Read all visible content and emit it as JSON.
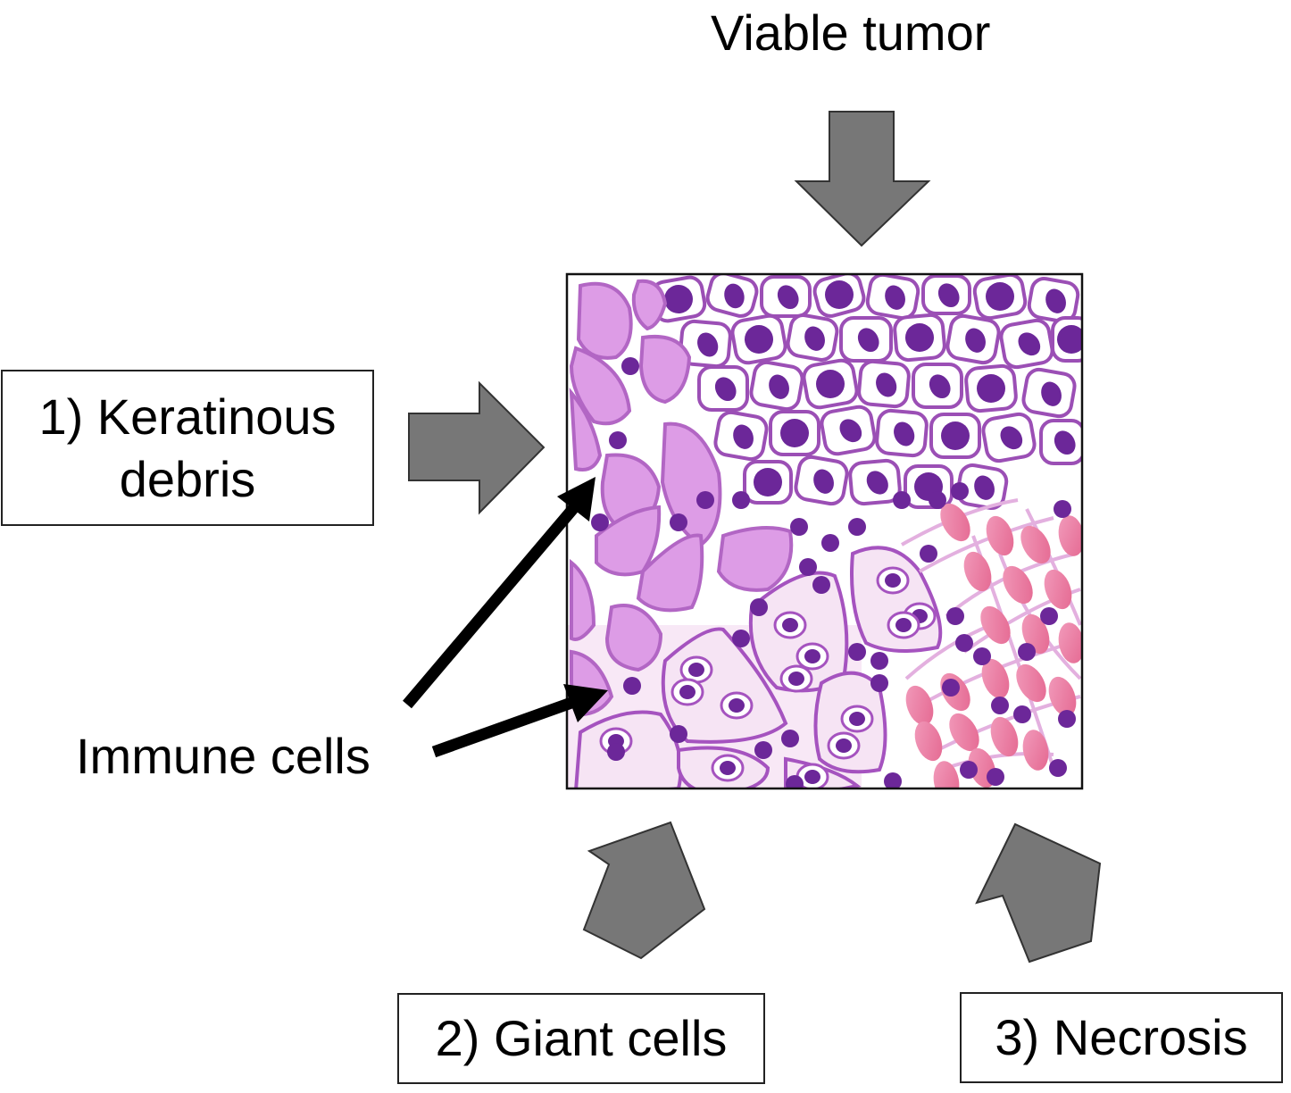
{
  "labels": {
    "viable_tumor": "Viable tumor",
    "keratinous_line1": "1) Keratinous",
    "keratinous_line2": "debris",
    "immune_cells": "Immune cells",
    "giant_cells": "2) Giant cells",
    "necrosis": "3) Necrosis"
  },
  "colors": {
    "block_arrow": "#777777",
    "pointer_arrow": "#000000",
    "background": "#ffffff",
    "keratin_fill": "#dd9ce6",
    "keratin_stroke": "#b266c4",
    "tumor_stroke": "#9b4fb5",
    "nucleus": "#6c2799",
    "giant_fill": "#f6e4f4",
    "necrosis_pink": "#e8799f",
    "necrosis_fiber": "#e0a5d8"
  }
}
